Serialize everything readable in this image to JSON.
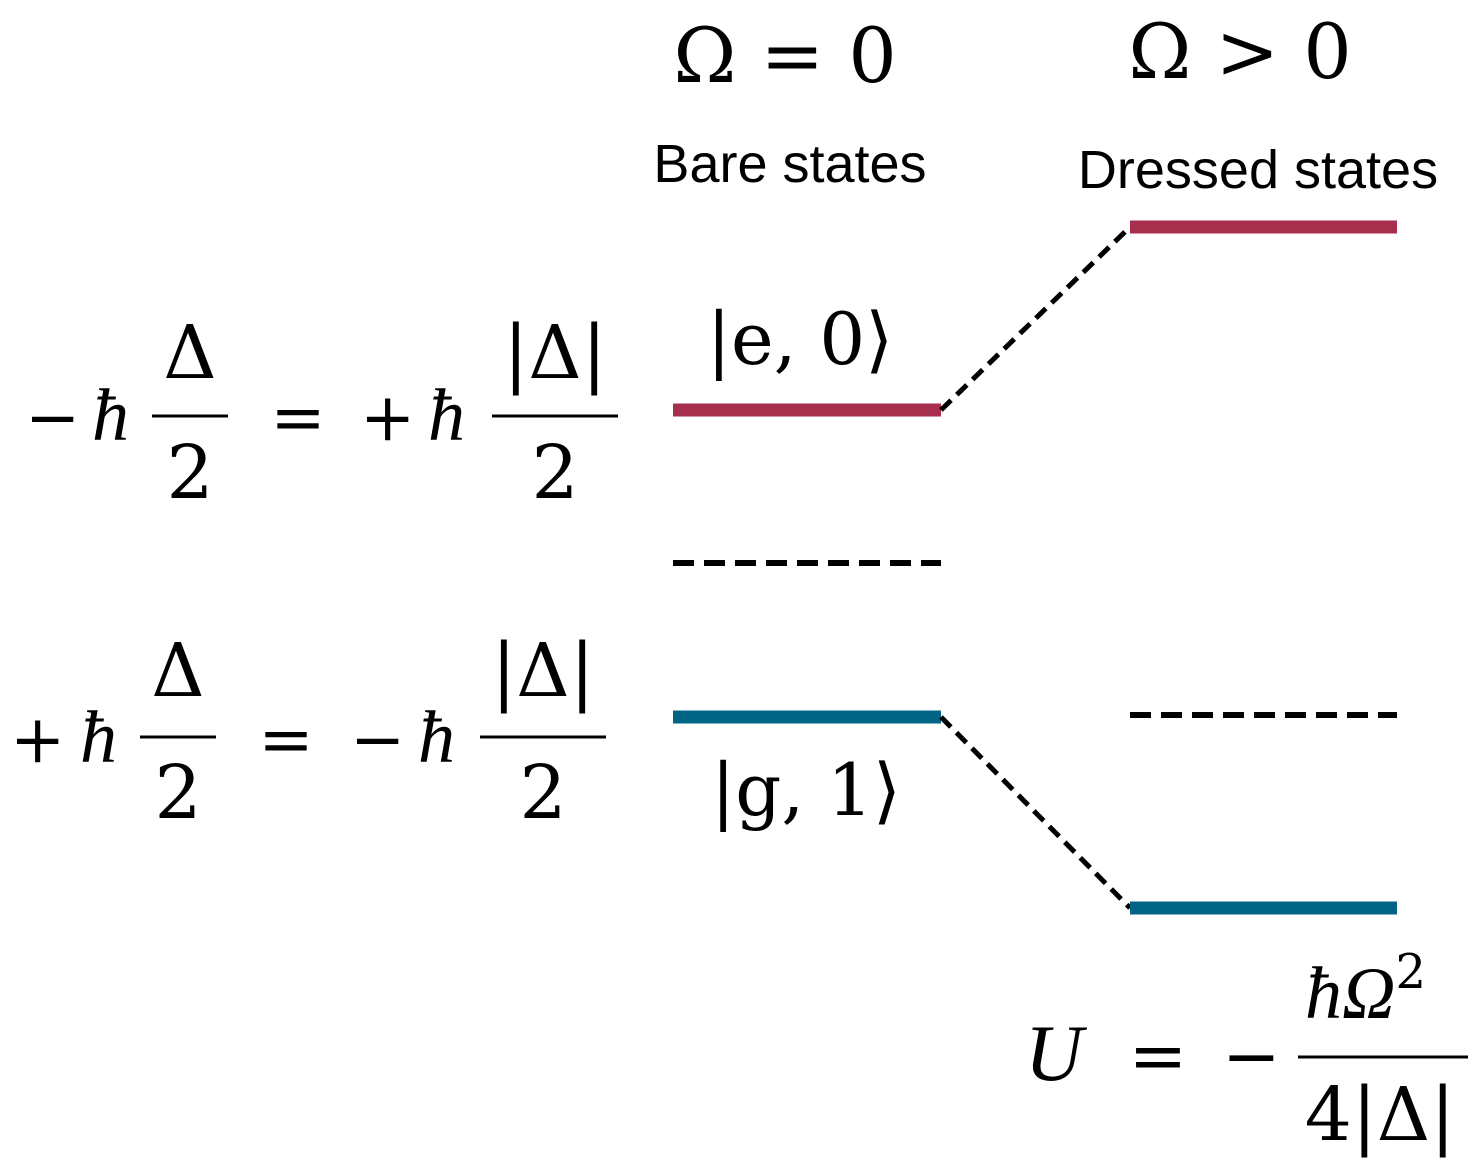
{
  "columns": {
    "bare": {
      "condition": "Ω = 0",
      "label": "Bare states"
    },
    "dressed": {
      "condition": "Ω > 0",
      "label": "Dressed states"
    }
  },
  "states": {
    "excited": {
      "ket": "|e, 0⟩"
    },
    "ground": {
      "ket": "|g, 1⟩"
    }
  },
  "energy_upper": {
    "lhs_sign": "−",
    "hbar": "ħ",
    "lhs_num": "Δ",
    "lhs_den": "2",
    "equals": "=",
    "rhs_sign": "+",
    "rhs_num": "|Δ|",
    "rhs_den": "2"
  },
  "energy_lower": {
    "lhs_sign": "+",
    "hbar": "ħ",
    "lhs_num": "Δ",
    "lhs_den": "2",
    "equals": "=",
    "rhs_sign": "−",
    "rhs_num": "|Δ|",
    "rhs_den": "2"
  },
  "light_shift": {
    "symbol": "U",
    "equals": "=",
    "sign": "−",
    "num": "ħΩ",
    "num_sup": "2",
    "den": "4|Δ|"
  },
  "colors": {
    "excited_level": "#A82E4E",
    "ground_level": "#006584",
    "dashed": "#000000"
  }
}
